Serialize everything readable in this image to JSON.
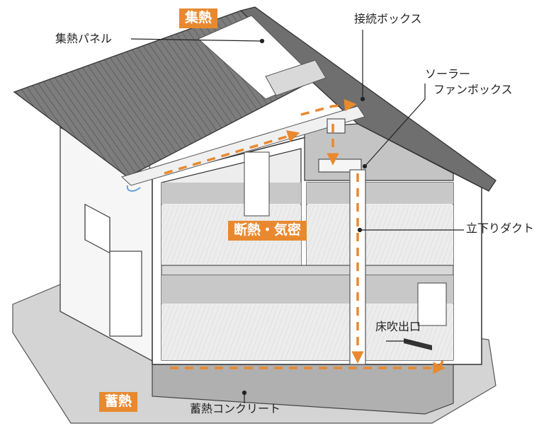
{
  "badges": {
    "heat_collection": "集熱",
    "insulation_airtight": "断熱・気密",
    "heat_storage": "蓄熱"
  },
  "labels": {
    "collector_panel": "集熱パネル",
    "junction_box": "接続ボックス",
    "solar_fan_box_line1": "ソーラー",
    "solar_fan_box_line2": "ファンボックス",
    "downflow_duct": "立下りダクト",
    "floor_outlet": "床吹出口",
    "storage_concrete": "蓄熱コンクリート"
  },
  "colors": {
    "accent": "#e8892f",
    "roof": "#7d7d7d",
    "wall": "#f4f4f4",
    "interior": "#c9c9c9",
    "outline": "#333333"
  }
}
